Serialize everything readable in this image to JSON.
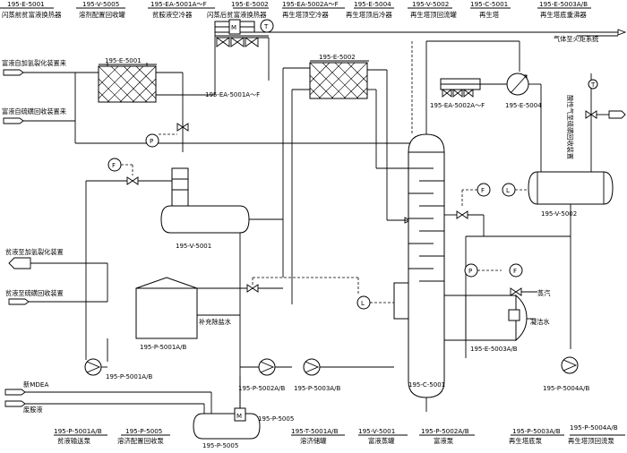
{
  "header": {
    "items": [
      {
        "code": "195-E-5001",
        "name": "闪蒸前贫富液换热器"
      },
      {
        "code": "195-V-5005",
        "name": "溶剂配置回收罐"
      },
      {
        "code": "195-EA-5001A～F",
        "name": "贫胺液空冷器"
      },
      {
        "code": "195-E-5002",
        "name": "闪蒸后贫富液换热器"
      },
      {
        "code": "195-EA-5002A～F",
        "name": "再生塔顶空冷器"
      },
      {
        "code": "195-E-5004",
        "name": "再生塔顶后冷器"
      },
      {
        "code": "195-V-5002",
        "name": "再生塔顶回流罐"
      },
      {
        "code": "195-C-5001",
        "name": "再生塔"
      },
      {
        "code": "195-E-5003A/B",
        "name": "再生塔底重沸器"
      }
    ]
  },
  "footer": {
    "items": [
      {
        "code": "195-P-5001A/B",
        "name": "贫液输送泵"
      },
      {
        "code": "195-P-5005",
        "name": "溶济配置回收泵"
      },
      {
        "code": "195-T-5001A/B",
        "name": "溶济储罐"
      },
      {
        "code": "195-V-5001",
        "name": "富液蒸罐"
      },
      {
        "code": "195-P-5002A/B",
        "name": "富液泵"
      },
      {
        "code": "195-P-5003A/B",
        "name": "再生塔底泵"
      },
      {
        "code": "195-P-5004A/B",
        "name": "再生塔顶回流泵"
      }
    ]
  },
  "streams": {
    "in_h2": "富液自加氢裂化装置来",
    "in_sulfur": "富液自硫磺回收装置来",
    "out_h2": "贫液至加氢裂化装置",
    "out_sulfur": "贫液至硫磺回收装置",
    "new_mdea": "新MDEA",
    "waste_amine": "废胺液",
    "gas_flare": "气体至火炬系统",
    "acid_gas": "酸性气至硫磺回收装置",
    "makeup_water": "补充除盐水",
    "steam": "蒸汽",
    "condensate": "凝洁水"
  },
  "tags": {
    "e5001": "195-E-5001",
    "e5002": "195-E-5002",
    "ea5001": "195-EA-5001A～F",
    "ea5002": "195-EA-5002A～F",
    "e5004": "195-E-5004",
    "v5001": "195-V-5001",
    "v5002": "195-V-5002",
    "t5001": "195-P-5001A/B",
    "p5001": "195-P-5001A/B",
    "p5002": "195-P-5002A/B",
    "p5003": "195-P-5003A/B",
    "p5004": "195-P-5004A/B",
    "p5005": "195-P-5005",
    "p5005_side": "195-P-5005",
    "c5001": "195-C-5001",
    "e5003": "195-E-5003A/B"
  },
  "instruments": {
    "flow": "F",
    "pressure": "P",
    "level": "L",
    "temperature": "T",
    "motor": "M"
  }
}
